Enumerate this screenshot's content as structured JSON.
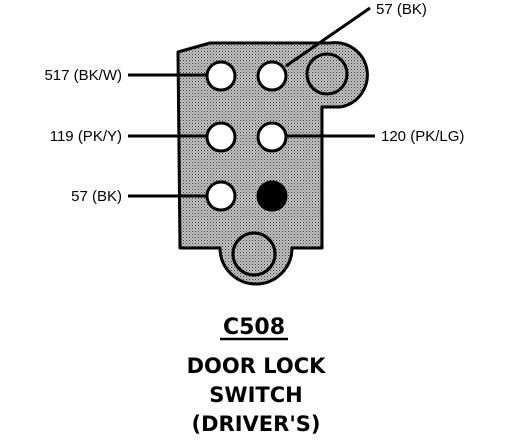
{
  "connector": {
    "id": "C508",
    "description_lines": [
      "DOOR LOCK",
      "SWITCH",
      "(DRIVER'S)"
    ]
  },
  "wires": [
    {
      "id": "top-right",
      "label": "57 (BK)"
    },
    {
      "id": "left-top",
      "label": "517 (BK/W)"
    },
    {
      "id": "left-mid",
      "label": "119 (PK/Y)"
    },
    {
      "id": "right-mid",
      "label": "120 (PK/LG)"
    },
    {
      "id": "left-bottom",
      "label": "57 (BK)"
    }
  ],
  "colors": {
    "housing_fill": "#b8b8b8",
    "outline": "#000000",
    "pin_empty": "#ffffff",
    "pin_filled": "#000000"
  }
}
